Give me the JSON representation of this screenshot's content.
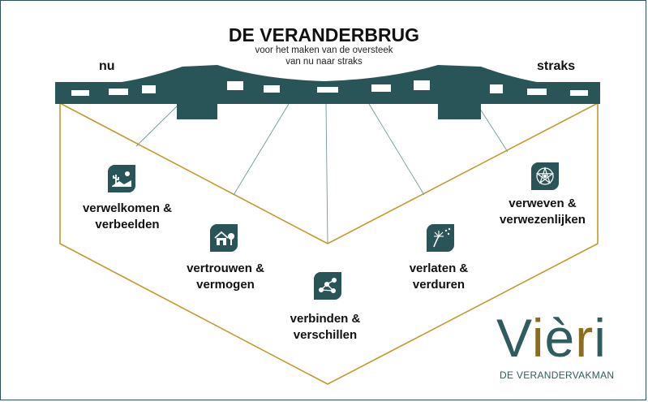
{
  "title": "DE VERANDERBRUG",
  "subtitle_line1": "voor het maken van de oversteek",
  "subtitle_line2": "van nu naar straks",
  "left_end": "nu",
  "right_end": "straks",
  "steps": [
    {
      "line1": "verwelkomen &",
      "line2": "verbeelden",
      "icon": "desert-landscape-icon"
    },
    {
      "line1": "vertrouwen &",
      "line2": "vermogen",
      "icon": "house-tree-icon"
    },
    {
      "line1": "verbinden &",
      "line2": "verschillen",
      "icon": "network-nodes-icon"
    },
    {
      "line1": "verlaten &",
      "line2": "verduren",
      "icon": "dandelion-icon"
    },
    {
      "line1": "verweven &",
      "line2": "verwezenlijken",
      "icon": "web-star-icon"
    }
  ],
  "logo": {
    "word": "Vièri",
    "tagline": "DE VERANDERVAKMAN"
  },
  "colors": {
    "bridge": "#2a5558",
    "rope": "#c19a2c",
    "cable": "#5a8a8a",
    "accent": "#8a6d1e"
  }
}
